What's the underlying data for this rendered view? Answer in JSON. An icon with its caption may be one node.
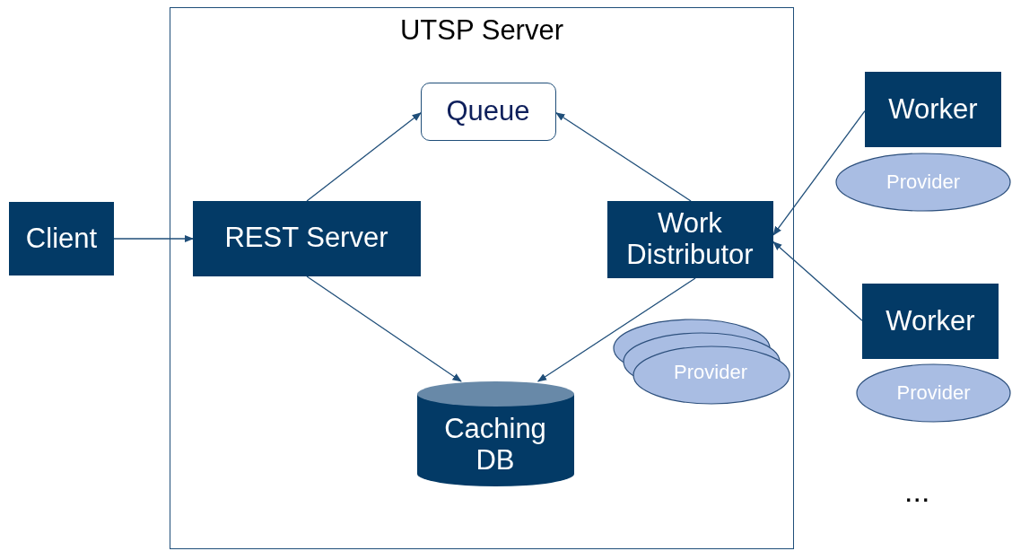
{
  "diagram": {
    "nodes": [
      {
        "text": [
          "UTSP Server"
        ]
      },
      {
        "text": [
          "Client"
        ]
      },
      {
        "text": [
          "Queue"
        ],
        "in": 0
      },
      {
        "text": [
          "REST Server"
        ],
        "in": 0
      },
      {
        "text": [
          "Work Distributor"
        ],
        "in": 0
      },
      {
        "text": [
          "Caching DB"
        ],
        "in": 0
      },
      {
        "text": [
          "Provider"
        ],
        "in": 0
      },
      {
        "text": [
          "Worker"
        ]
      },
      {
        "text": [
          "Provider"
        ]
      },
      {
        "text": [
          "Worker"
        ]
      },
      {
        "text": [
          "Provider"
        ]
      }
    ],
    "edges": [
      {
        "from": 1,
        "to": 3,
        "arrow": "to"
      },
      {
        "from": 3,
        "to": 2,
        "arrow": "to"
      },
      {
        "from": 4,
        "to": 2,
        "arrow": "to"
      },
      {
        "from": 3,
        "to": 5,
        "arrow": "to"
      },
      {
        "from": 4,
        "to": 5,
        "arrow": "to"
      },
      {
        "from": 7,
        "to": 4,
        "arrow": "to"
      },
      {
        "from": 9,
        "to": 4,
        "arrow": "to"
      }
    ],
    "labels": [
      "..."
    ]
  }
}
